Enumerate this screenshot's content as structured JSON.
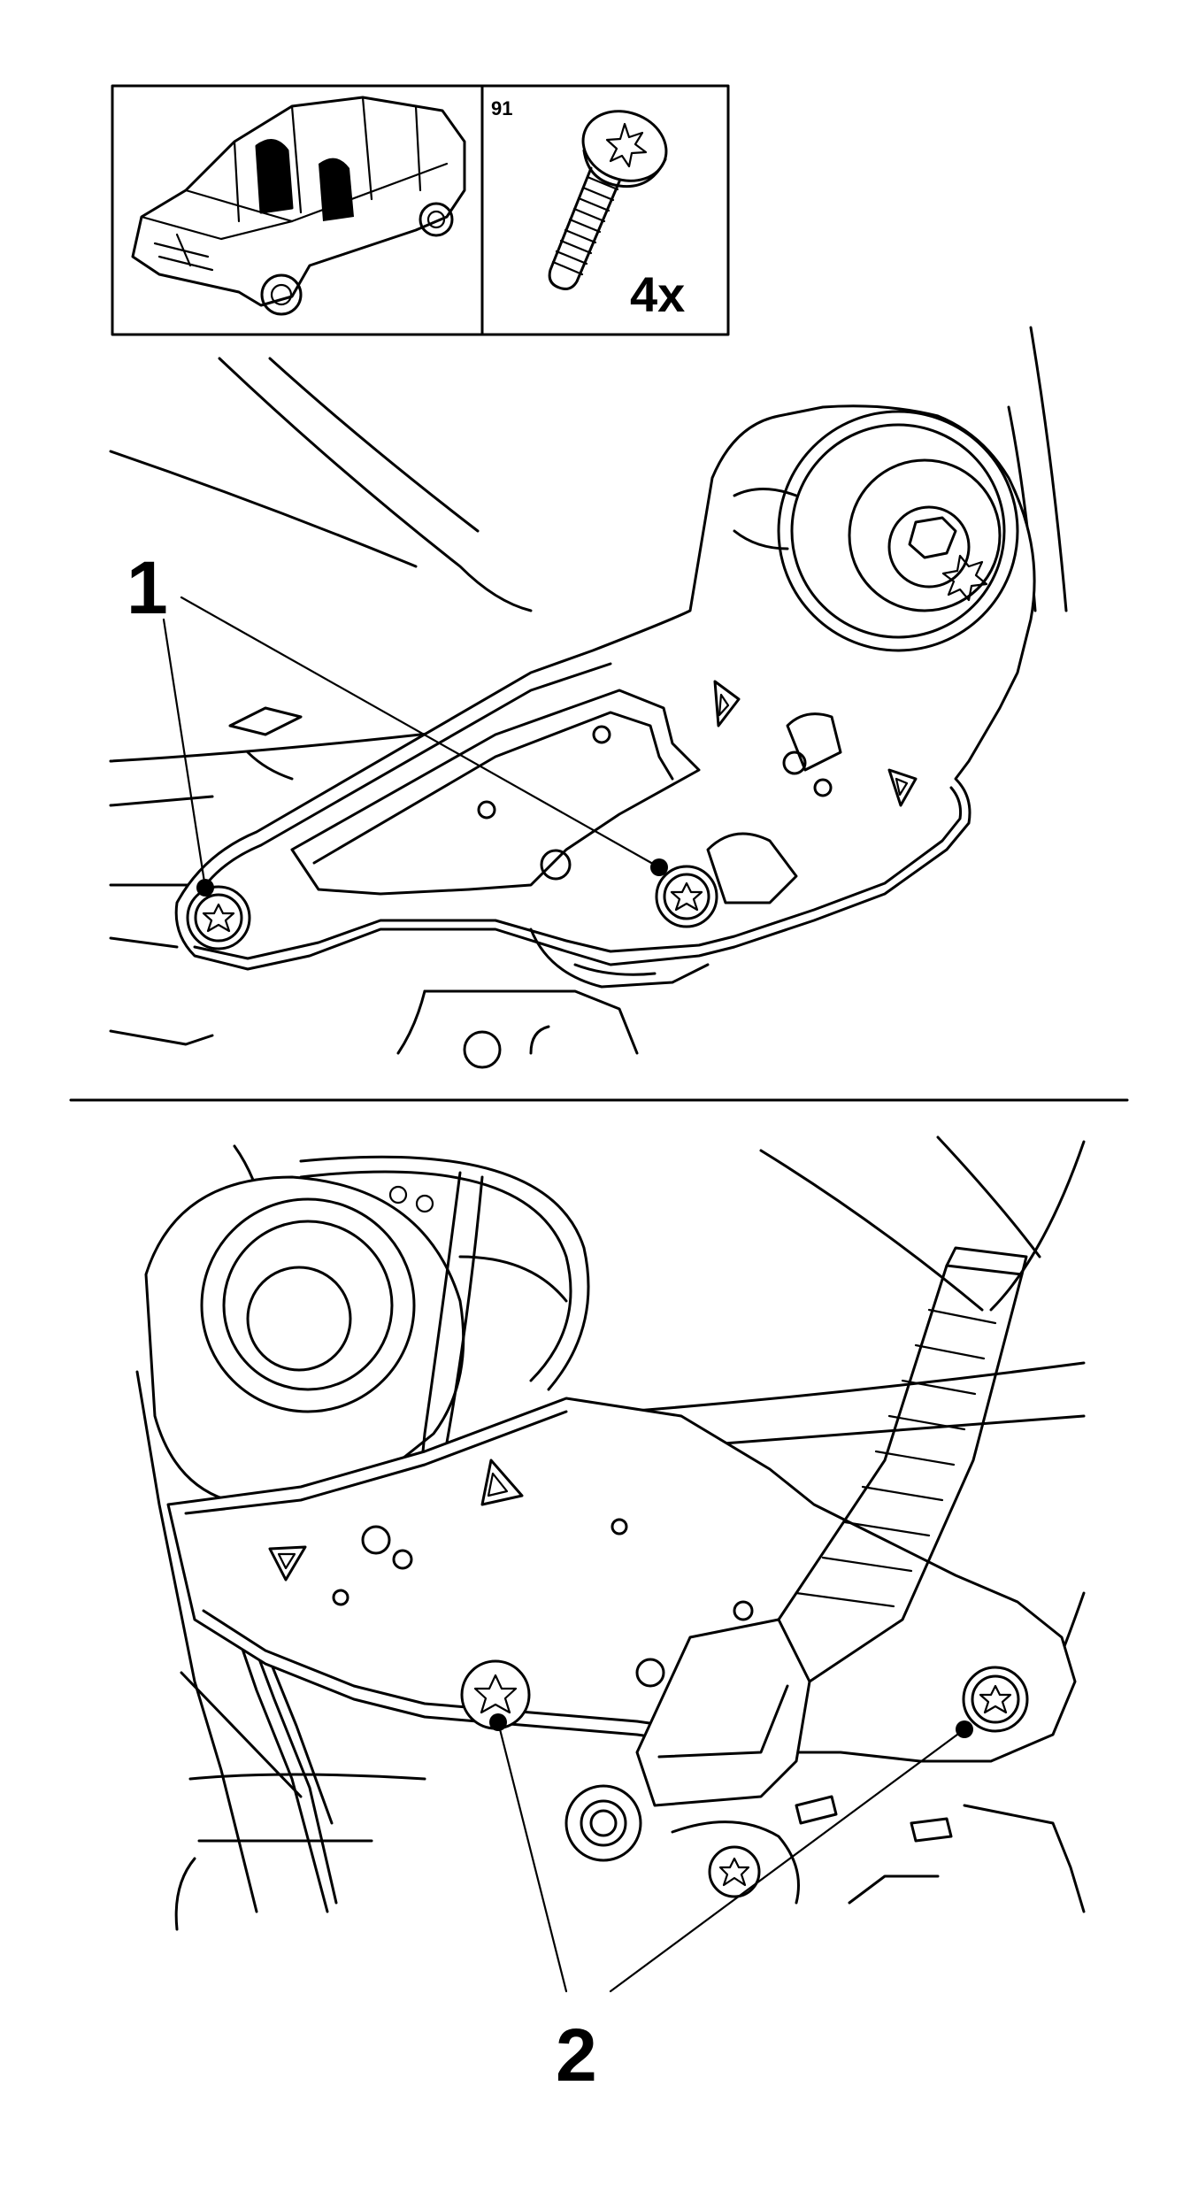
{
  "inset": {
    "part_number": "91",
    "quantity": "4x",
    "vehicle_icon": "car-outline-icon",
    "part_icon": "torx-screw-icon"
  },
  "callouts": {
    "one": "1",
    "two": "2"
  },
  "colors": {
    "line": "#000000",
    "background": "#ffffff"
  }
}
